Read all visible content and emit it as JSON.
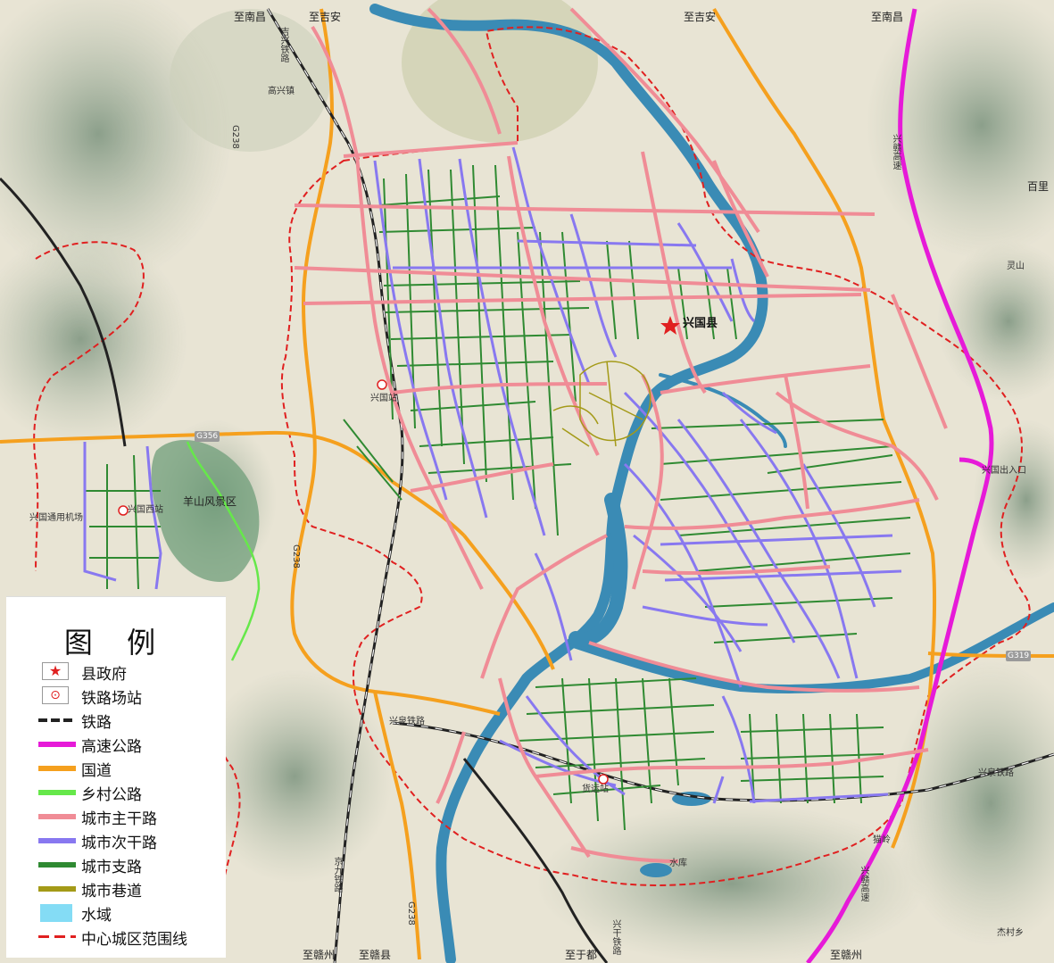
{
  "colors": {
    "expressway": "#e61ad8",
    "national_road": "#f5a01e",
    "rural_road": "#66e84a",
    "main_road": "#f08c96",
    "secondary_road": "#8878f0",
    "branch_road": "#2f8a32",
    "lane": "#a49a18",
    "water": "#3a8bb5",
    "boundary": "#e02020",
    "railway": "#222222"
  },
  "places": {
    "county": "兴国县",
    "station": "兴国站",
    "west_station": "兴国西站",
    "airport": "兴国通用机场",
    "scenic": "羊山风景区",
    "gaoxing": "高兴镇",
    "baili": "百里",
    "lingshan": "灵山",
    "xinggou": "兴国出入口",
    "yuncun": "杰村乡",
    "freight": "货运站",
    "maoling": "猫岭",
    "reservoir": "水库"
  },
  "directions": {
    "n_nanchang_left": "至南昌",
    "n_jian_left": "至吉安",
    "n_jian_right": "至吉安",
    "n_nanchang_right": "至南昌",
    "s_ganzhou_1": "至赣州",
    "s_ganzhou_2": "至赣县",
    "s_yudu": "至于都",
    "s_ganzhou_3": "至赣州"
  },
  "roads": {
    "g356": "G356",
    "g319": "G319",
    "g238_n": "G238",
    "g238_m": "G238",
    "g238_s": "G238",
    "jingjiu": "京九铁路",
    "xingquan_w": "兴泉铁路",
    "xingquan_e": "兴泉铁路",
    "xinggan_exp": "兴赣高速",
    "xinggan_exp_s": "兴赣高速",
    "xinggan_rail": "兴干铁路",
    "jiyi_rail": "吉兴铁路"
  },
  "legend": {
    "title": "图 例",
    "items": [
      {
        "label": "县政府",
        "type": "star",
        "icon": "star-icon"
      },
      {
        "label": "铁路场站",
        "type": "station",
        "icon": "station-icon"
      },
      {
        "label": "铁路",
        "type": "rail",
        "icon": "railway-line-icon"
      },
      {
        "label": "高速公路",
        "type": "expressway",
        "icon": "expressway-line-icon"
      },
      {
        "label": "国道",
        "type": "national",
        "icon": "national-road-line-icon"
      },
      {
        "label": "乡村公路",
        "type": "rural",
        "icon": "rural-road-line-icon"
      },
      {
        "label": "城市主干路",
        "type": "main",
        "icon": "main-road-line-icon"
      },
      {
        "label": "城市次干路",
        "type": "secondary",
        "icon": "secondary-road-line-icon"
      },
      {
        "label": "城市支路",
        "type": "branch",
        "icon": "branch-road-line-icon"
      },
      {
        "label": "城市巷道",
        "type": "lane",
        "icon": "lane-line-icon"
      },
      {
        "label": "水域",
        "type": "water",
        "icon": "water-area-icon"
      },
      {
        "label": "中心城区范围线",
        "type": "boundary",
        "icon": "boundary-line-icon"
      }
    ]
  }
}
